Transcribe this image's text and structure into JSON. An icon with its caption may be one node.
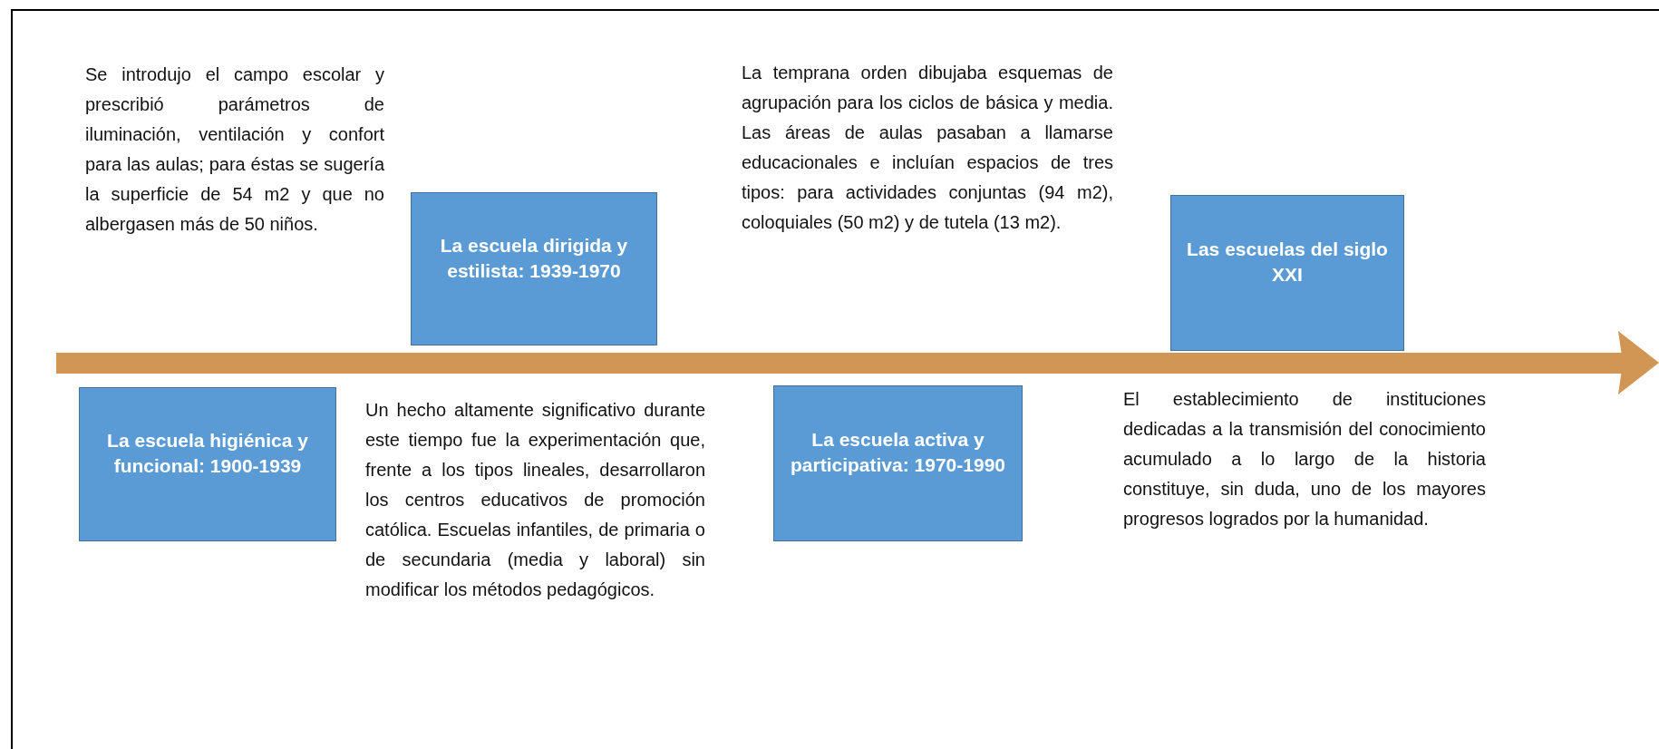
{
  "diagram": {
    "nodes": [
      {
        "text": [
          "La escuela higiénica y funcional: 1900-1939"
        ]
      },
      {
        "text": [
          "La escuela dirigida y estilista: 1939-1970"
        ]
      },
      {
        "text": [
          "La escuela activa y participativa: 1970-1990"
        ]
      },
      {
        "text": [
          "Las escuelas del siglo XXI"
        ]
      }
    ],
    "labels": [
      "Se introdujo el campo escolar y prescribió parámetros de iluminación, ventilación y confort para las aulas; para éstas se sugería la superficie de 54 m2 y que no albergasen más de 50 niños.",
      "Un hecho altamente significativo durante este tiempo fue la experimentación que, frente a los tipos lineales, desarrollaron los centros educativos de promoción católica. Escuelas infantiles, de primaria o de secundaria (media y laboral) sin modificar los métodos pedagógicos.",
      "La temprana orden dibujaba esquemas de agrupación para los ciclos de básica y media. Las áreas de aulas pasaban a llamarse educacionales e incluían espacios de tres tipos: para actividades conjuntas (94 m2), coloquiales (50 m2) y de tutela (13 m2).",
      "El establecimiento de instituciones dedicadas a la transmisión del conocimiento acumulado a lo largo de la historia constituye, sin duda, uno de los mayores progresos logrados por la humanidad."
    ]
  }
}
